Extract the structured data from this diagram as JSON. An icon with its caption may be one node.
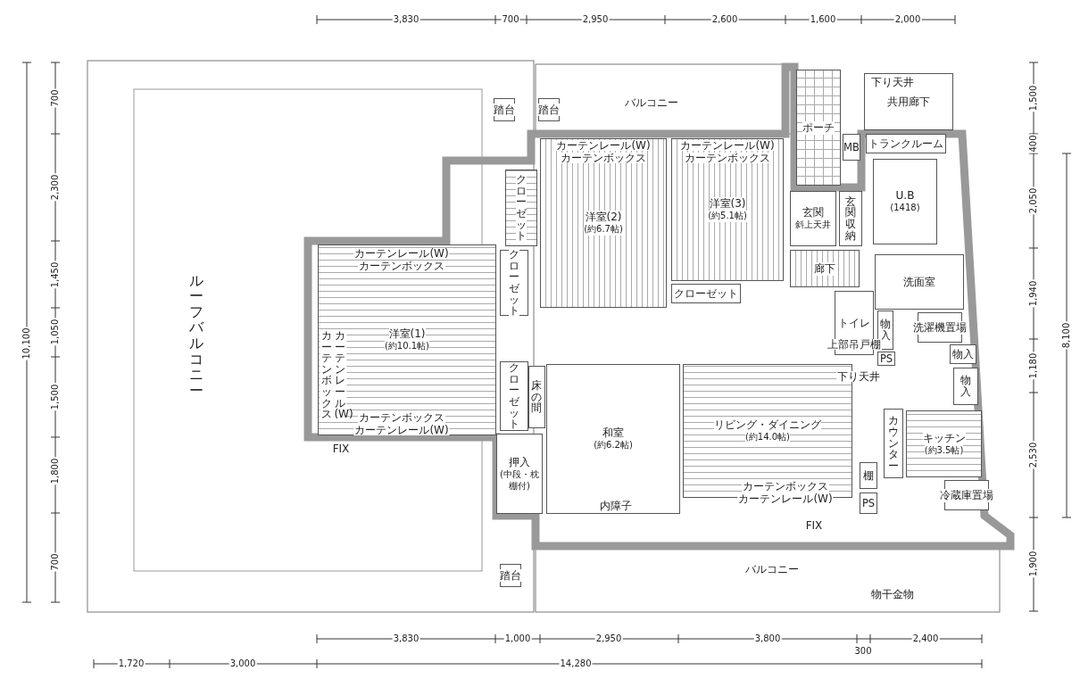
{
  "diagram": {
    "nodes": [
      {
        "text": [
          "ルーフバルコニー"
        ]
      },
      {
        "text": [
          "バルコニー"
        ]
      },
      {
        "text": [
          "バルコニー"
        ]
      },
      {
        "text": [
          "洋室(1)",
          "(約10.1帖)"
        ]
      },
      {
        "text": [
          "洋室(2)",
          "(約6.7帖)"
        ]
      },
      {
        "text": [
          "洋室(3)",
          "(約5.1帖)"
        ]
      },
      {
        "text": [
          "ポーチ"
        ]
      },
      {
        "text": [
          "共用廊下"
        ]
      },
      {
        "text": [
          "トランクルーム"
        ]
      },
      {
        "text": [
          "玄関",
          "斜上天井"
        ]
      },
      {
        "text": [
          "玄関収納"
        ]
      },
      {
        "text": [
          "U.B",
          "(1418)"
        ]
      },
      {
        "text": [
          "廊下"
        ]
      },
      {
        "text": [
          "洗面室"
        ]
      },
      {
        "text": [
          "トイレ"
        ]
      },
      {
        "text": [
          "物入"
        ]
      },
      {
        "text": [
          "物入"
        ]
      },
      {
        "text": [
          "物入"
        ]
      },
      {
        "text": [
          "リビング・ダイニング",
          "(約14.0帖)"
        ]
      },
      {
        "text": [
          "キッチン",
          "(約3.5帖)"
        ]
      },
      {
        "text": [
          "和室",
          "(約6.2帖)"
        ]
      },
      {
        "text": [
          "押入",
          "(中段・枕棚付)"
        ]
      },
      {
        "text": [
          "クローゼット"
        ]
      },
      {
        "text": [
          "クローゼット"
        ]
      },
      {
        "text": [
          "クローゼット"
        ]
      },
      {
        "text": [
          "クローゼット"
        ]
      },
      {
        "text": [
          "床の間"
        ]
      },
      {
        "text": [
          "洗濯機置場"
        ]
      },
      {
        "text": [
          "冷蔵庫置場"
        ]
      },
      {
        "text": [
          "カウンター"
        ]
      },
      {
        "text": [
          "棚"
        ]
      },
      {
        "text": [
          "PS"
        ]
      },
      {
        "text": [
          "PS"
        ]
      },
      {
        "text": [
          "MB"
        ]
      },
      {
        "text": [
          "踏台"
        ]
      },
      {
        "text": [
          "踏台"
        ]
      },
      {
        "text": [
          "踏台"
        ]
      }
    ],
    "labels": [
      "3,830",
      "700",
      "2,950",
      "2,600",
      "1,600",
      "2,000",
      "700",
      "2,300",
      "1,450",
      "1,050",
      "1,500",
      "1,800",
      "700",
      "10,100",
      "1,500",
      "400",
      "2,050",
      "1,940",
      "1,180",
      "2,530",
      "1,900",
      "8,100",
      "3,830",
      "1,000",
      "2,950",
      "3,800",
      "300",
      "2,400",
      "1,720",
      "3,000",
      "14,280",
      "下り天井",
      "下り天井",
      "上部吊戸棚",
      "カーテンレール(W)",
      "カーテンボックス",
      "カーテンレール(W)",
      "カーテンボックス",
      "カーテンレール(W)",
      "カーテンボックス",
      "カーテンボックス",
      "カーテンレール(W)",
      "カーテンボックス",
      "カーテンレール(W)",
      "カーテンボックス",
      "カーテンレール(W)",
      "内障子",
      "FIX",
      "FIX",
      "物干金物"
    ]
  }
}
